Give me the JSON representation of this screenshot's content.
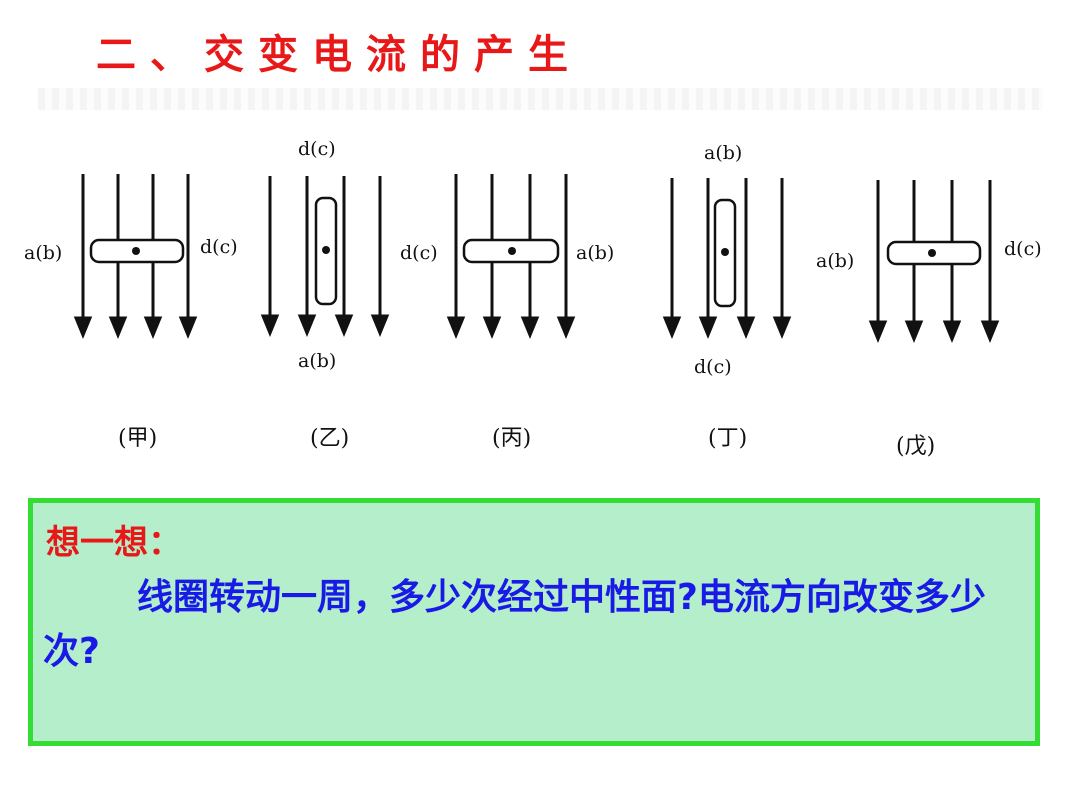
{
  "title": "二、交变电流的产生",
  "panels": [
    {
      "name": "甲",
      "caption": "(甲)",
      "left_label": "a(b)",
      "right_label": "d(c)"
    },
    {
      "name": "乙",
      "caption": "(乙)",
      "top_label": "d(c)",
      "bottom_label": "a(b)"
    },
    {
      "name": "丙",
      "caption": "(丙)",
      "left_label": "d(c)",
      "right_label": "a(b)"
    },
    {
      "name": "丁",
      "caption": "(丁)",
      "top_label": "a(b)",
      "bottom_label": "d(c)"
    },
    {
      "name": "戊",
      "caption": "(戊)",
      "left_label": "a(b)",
      "right_label": "d(c)"
    }
  ],
  "think": {
    "title": "想一想：",
    "body": "线圈转动一周，多少次经过中性面?电流方向改变多少次?"
  },
  "colors": {
    "title": "#e81818",
    "question_title": "#e81818",
    "question_body": "#1a1ae6",
    "box_fill": "#b4eecb",
    "box_border": "#33dd33"
  }
}
